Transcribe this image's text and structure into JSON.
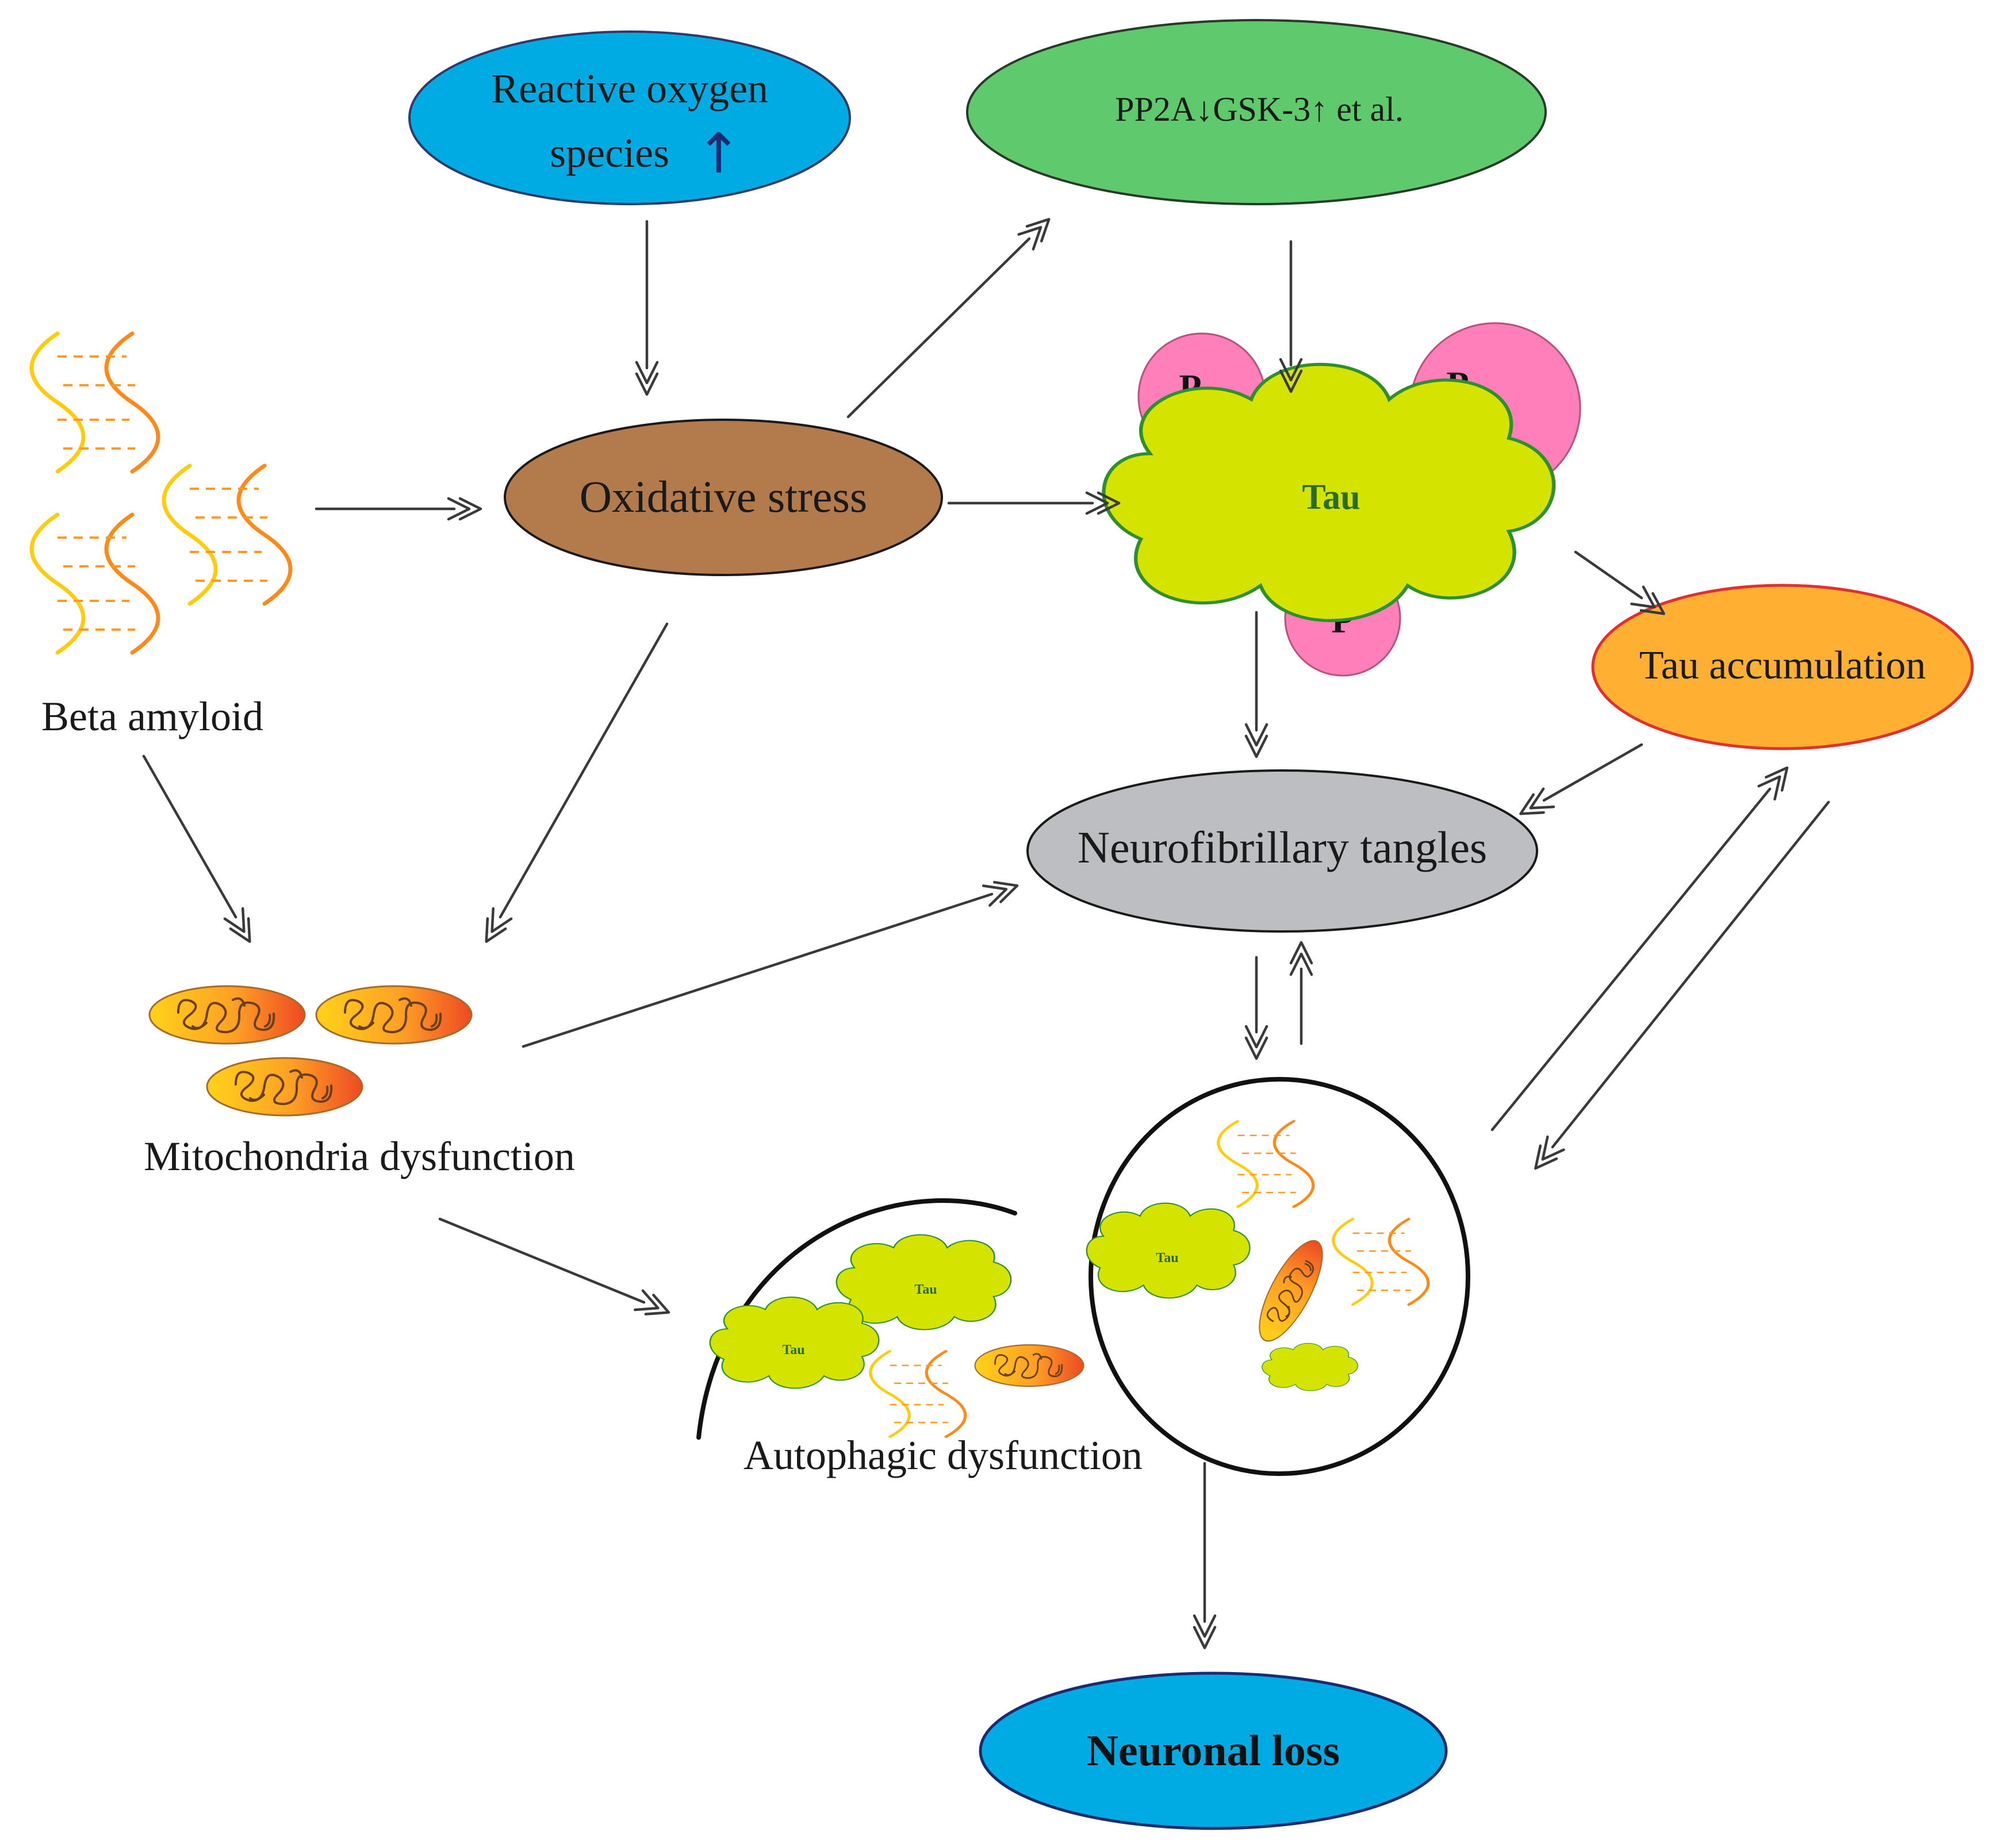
{
  "nodes": {
    "ros": {
      "text_line1": "Reactive oxygen",
      "text_line2": "species",
      "arrow_symbol": "↑",
      "fill": "#00abe4"
    },
    "pp2a": {
      "text": "PP2A↓GSK-3↑ et al.",
      "fill": "#5fc96d"
    },
    "oxidative": {
      "text": "Oxidative stress",
      "fill": "#b37a4c"
    },
    "tau": {
      "text": "Tau",
      "fill": "#d4e300",
      "phospho_label": "P",
      "phospho_fill": "#ff7fba"
    },
    "tau_accum": {
      "text": "Tau accumulation",
      "fill": "#fdb032",
      "stroke": "#e0302f"
    },
    "nft": {
      "text": "Neurofibrillary tangles",
      "fill": "#bdbec2"
    },
    "beta_amyloid": {
      "text": "Beta amyloid"
    },
    "mito": {
      "text": "Mitochondria dysfunction"
    },
    "autophagy": {
      "text": "Autophagic dysfunction",
      "tau_small_label": "Tau"
    },
    "neuronal_loss": {
      "text": "Neuronal loss",
      "fill": "#00abe4"
    }
  }
}
